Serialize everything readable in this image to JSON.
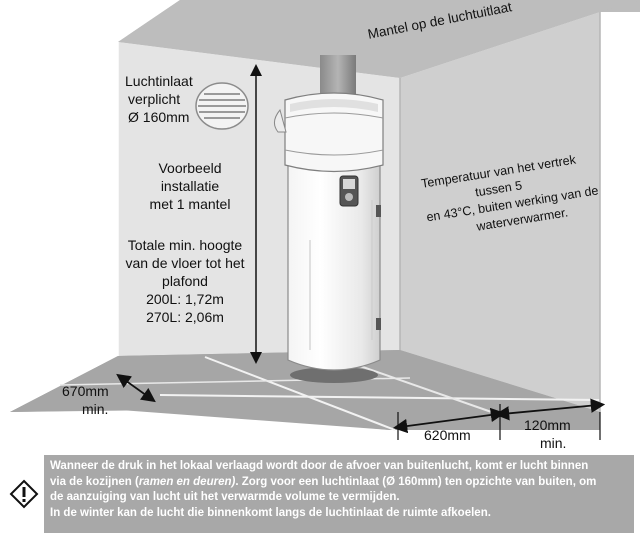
{
  "labels": {
    "mantle_outlet": "Mantel op de luchtuitlaat",
    "air_inlet": [
      "Luchtinlaat",
      "verplicht",
      "Ø 160mm"
    ],
    "example": [
      "Voorbeeld",
      "installatie",
      "met 1 mantel"
    ],
    "height": [
      "Totale min. hoogte",
      "van de vloer tot het",
      "plafond"
    ],
    "height_200": "200L: 1,72m",
    "height_270": "270L: 2,06m",
    "temperature": [
      "Temperatuur van het vertrek",
      "tussen 5",
      "en 43°C, buiten werking van de",
      "waterverwarmer."
    ],
    "dim_depth": "670mm",
    "dim_depth_min": "min.",
    "dim_width": "620mm",
    "dim_side": "120mm",
    "dim_side_min": "min."
  },
  "note": {
    "icon": "warning-diamond-icon",
    "line1": "Wanneer de druk in het lokaal verlaagd wordt door de afvoer van buitenlucht, komt er lucht binnen",
    "line2_a": "via de kozijnen (",
    "line2_em": "ramen en deuren)",
    "line2_b": ". Zorg voor een luchtinlaat (Ø 160mm) ten opzichte van buiten, om",
    "line3": "de aanzuiging van lucht uit het verwarmde volume te vermijden.",
    "line4": "In de winter kan de lucht die binnenkomt langs de luchtinlaat de ruimte afkoelen."
  },
  "colors": {
    "wall_left": "#e4e4e4",
    "wall_right": "#cfcfcf",
    "ceiling": "#bdbdbd",
    "floor": "#a6a6a6",
    "note_bg": "#a8a8a8"
  }
}
